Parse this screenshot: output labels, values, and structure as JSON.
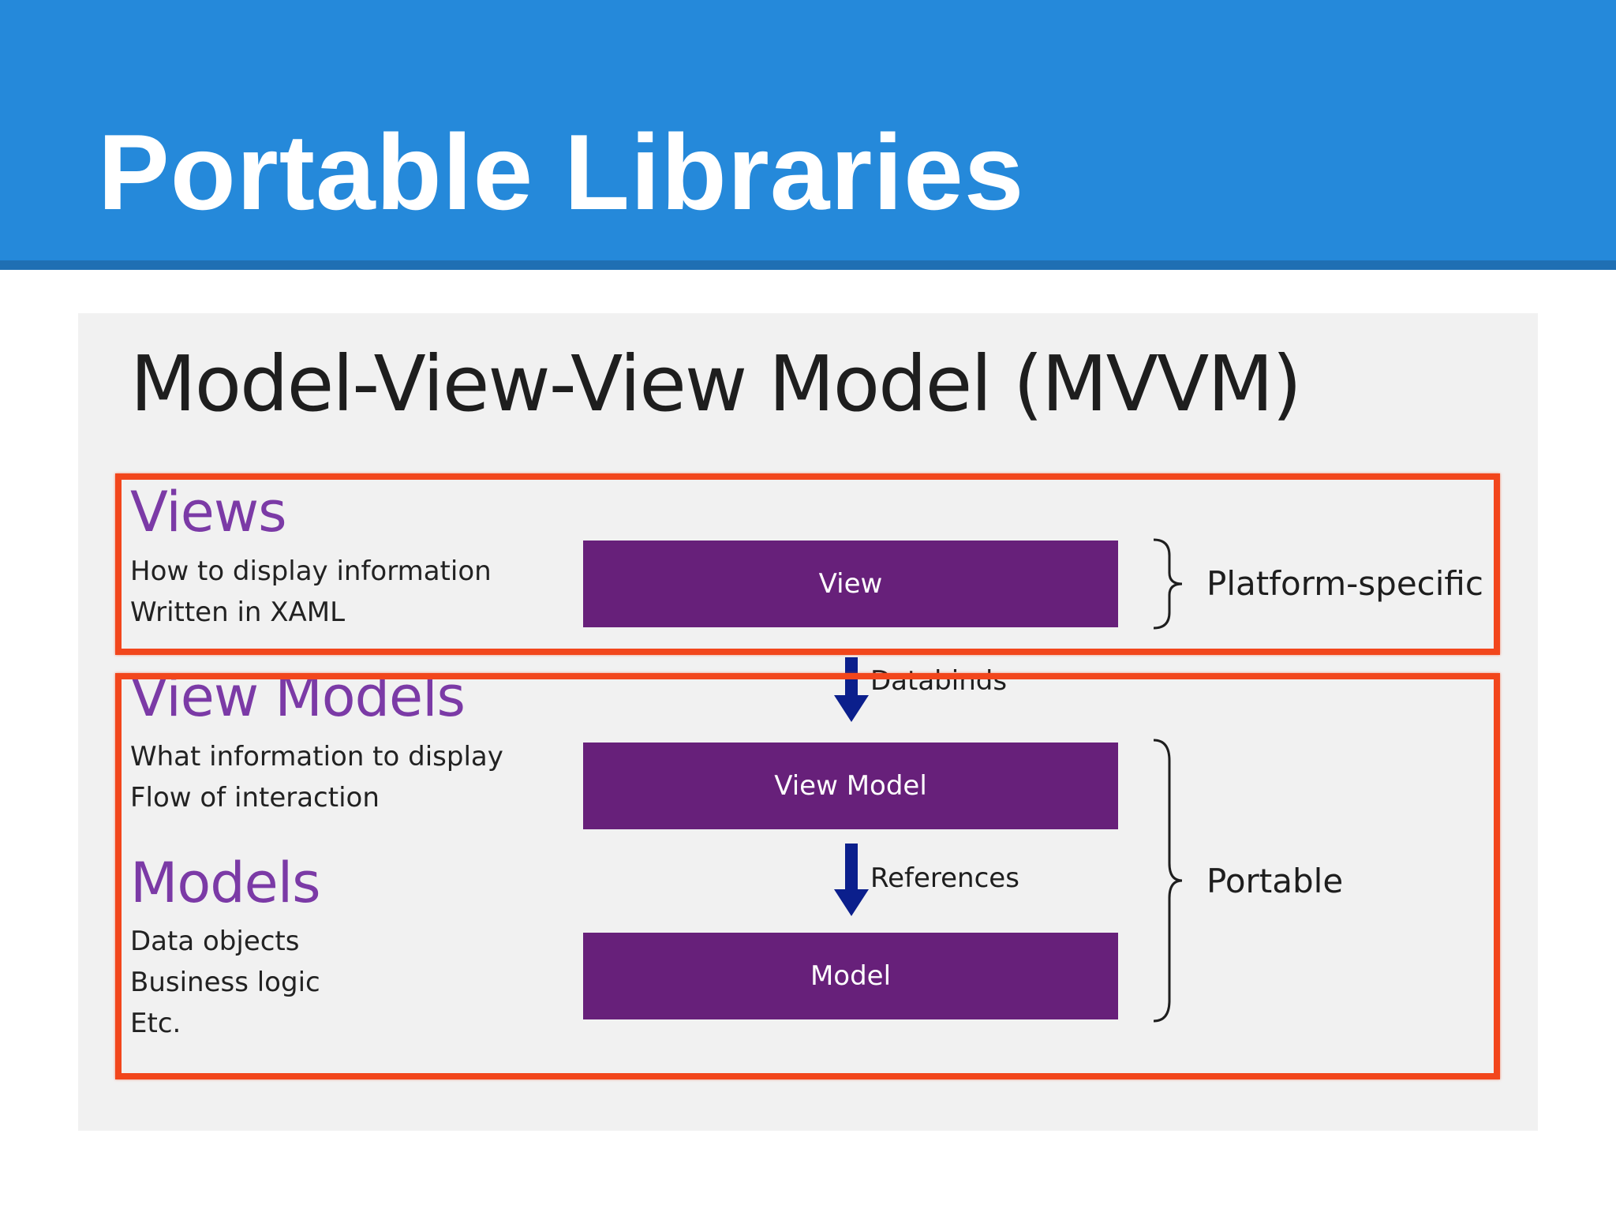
{
  "slide": {
    "title": "Portable Libraries"
  },
  "diagram": {
    "title": "Model-View-View Model (MVVM)",
    "layers": [
      {
        "heading": "Views",
        "lines": [
          "How to display information",
          "Written in XAML"
        ],
        "box_label": "View"
      },
      {
        "heading": "View Models",
        "lines": [
          "What information to display",
          "Flow of interaction"
        ],
        "box_label": "View Model"
      },
      {
        "heading": "Models",
        "lines": [
          "Data objects",
          "Business logic",
          "Etc."
        ],
        "box_label": "Model"
      }
    ],
    "arrows": [
      {
        "label": "Databinds"
      },
      {
        "label": "References"
      }
    ],
    "groups": [
      {
        "label": "Platform-specific"
      },
      {
        "label": "Portable"
      }
    ]
  },
  "colors": {
    "header_bg": "#2589da",
    "highlight_frame": "#f2461c",
    "box_fill": "#67207a",
    "heading_text": "#7b3aa6",
    "arrow": "#0b1f8c"
  }
}
